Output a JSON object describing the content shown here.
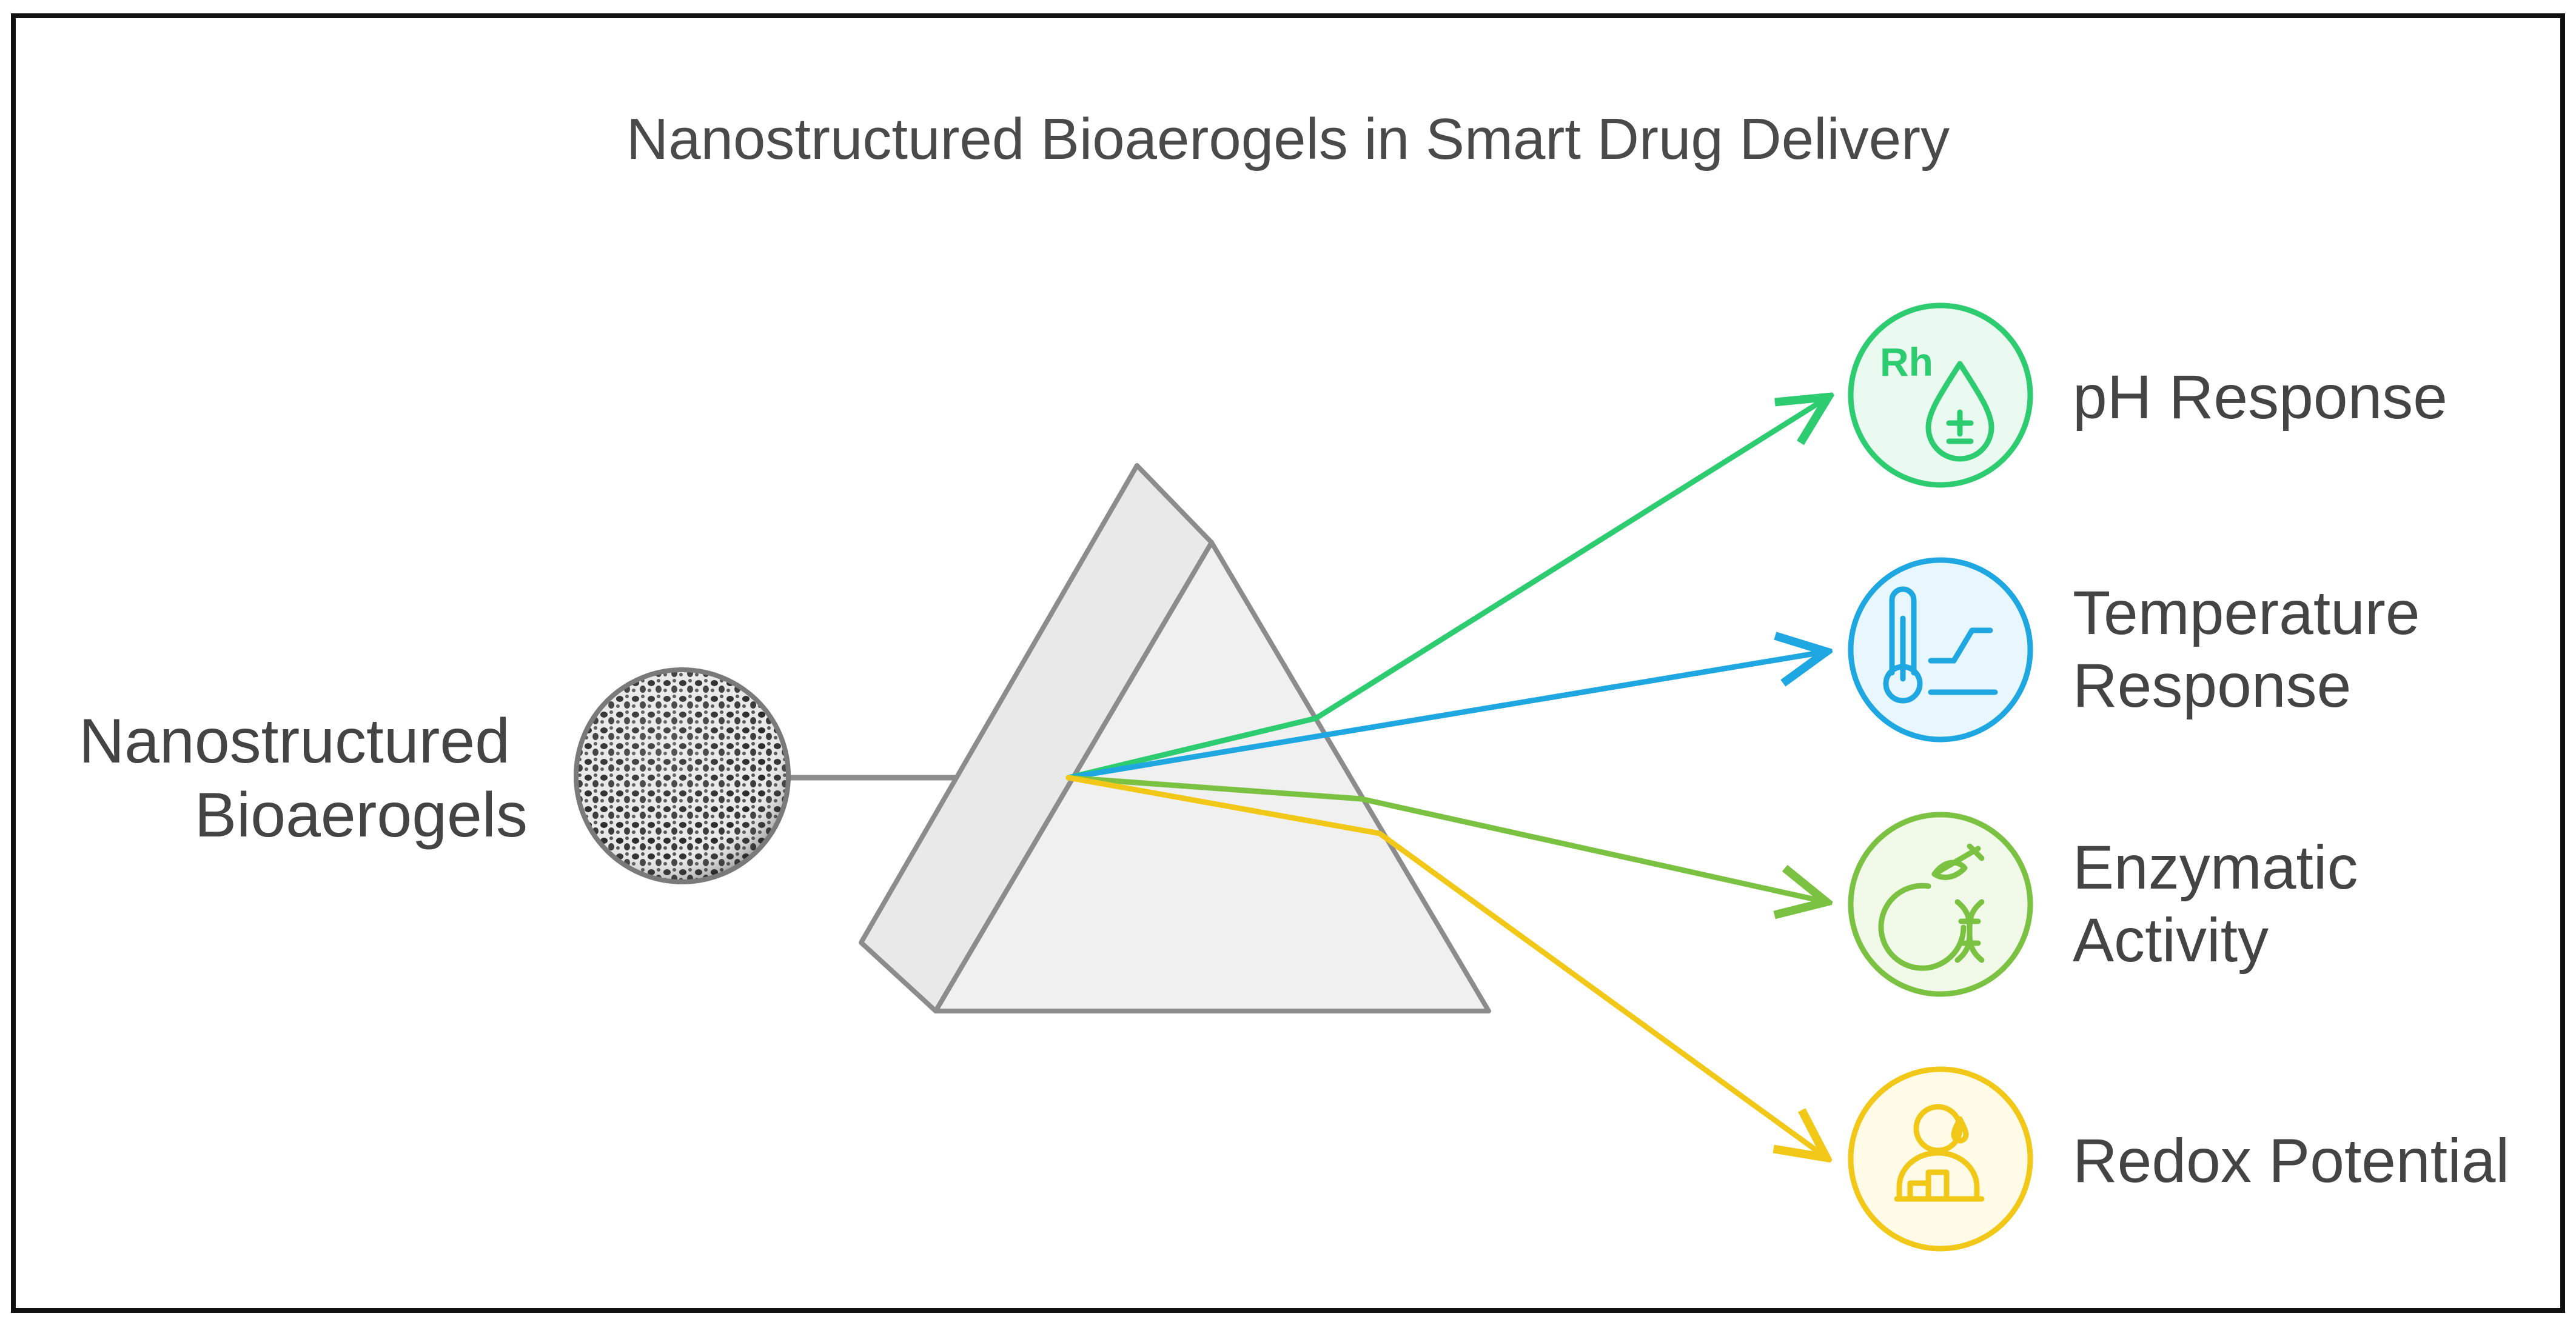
{
  "title": "Nanostructured Bioaerogels in Smart Drug Delivery",
  "source": {
    "label_lines": [
      "Nanostructured",
      "Bioaerogels"
    ],
    "icon": "porous-sphere-icon"
  },
  "outputs": [
    {
      "id": "ph",
      "label_lines": [
        "pH Response"
      ],
      "icon": "rh-droplet-icon",
      "color": "#2ecc71",
      "fill": "#eafaf0"
    },
    {
      "id": "temperature",
      "label_lines": [
        "Temperature",
        "Response"
      ],
      "icon": "thermometer-icon",
      "color": "#1ea7e1",
      "fill": "#e8f6fd"
    },
    {
      "id": "enzymatic",
      "label_lines": [
        "Enzymatic",
        "Activity"
      ],
      "icon": "enzyme-dna-icon",
      "color": "#7cc242",
      "fill": "#f1f9e9"
    },
    {
      "id": "redox",
      "label_lines": [
        "Redox Potential"
      ],
      "icon": "redox-person-icon",
      "color": "#f2c818",
      "fill": "#fffbe6"
    }
  ],
  "colors": {
    "prism_stroke": "#8c8c8c",
    "prism_fill": "#f0f0f0",
    "frame": "#111111",
    "text": "#444444"
  }
}
